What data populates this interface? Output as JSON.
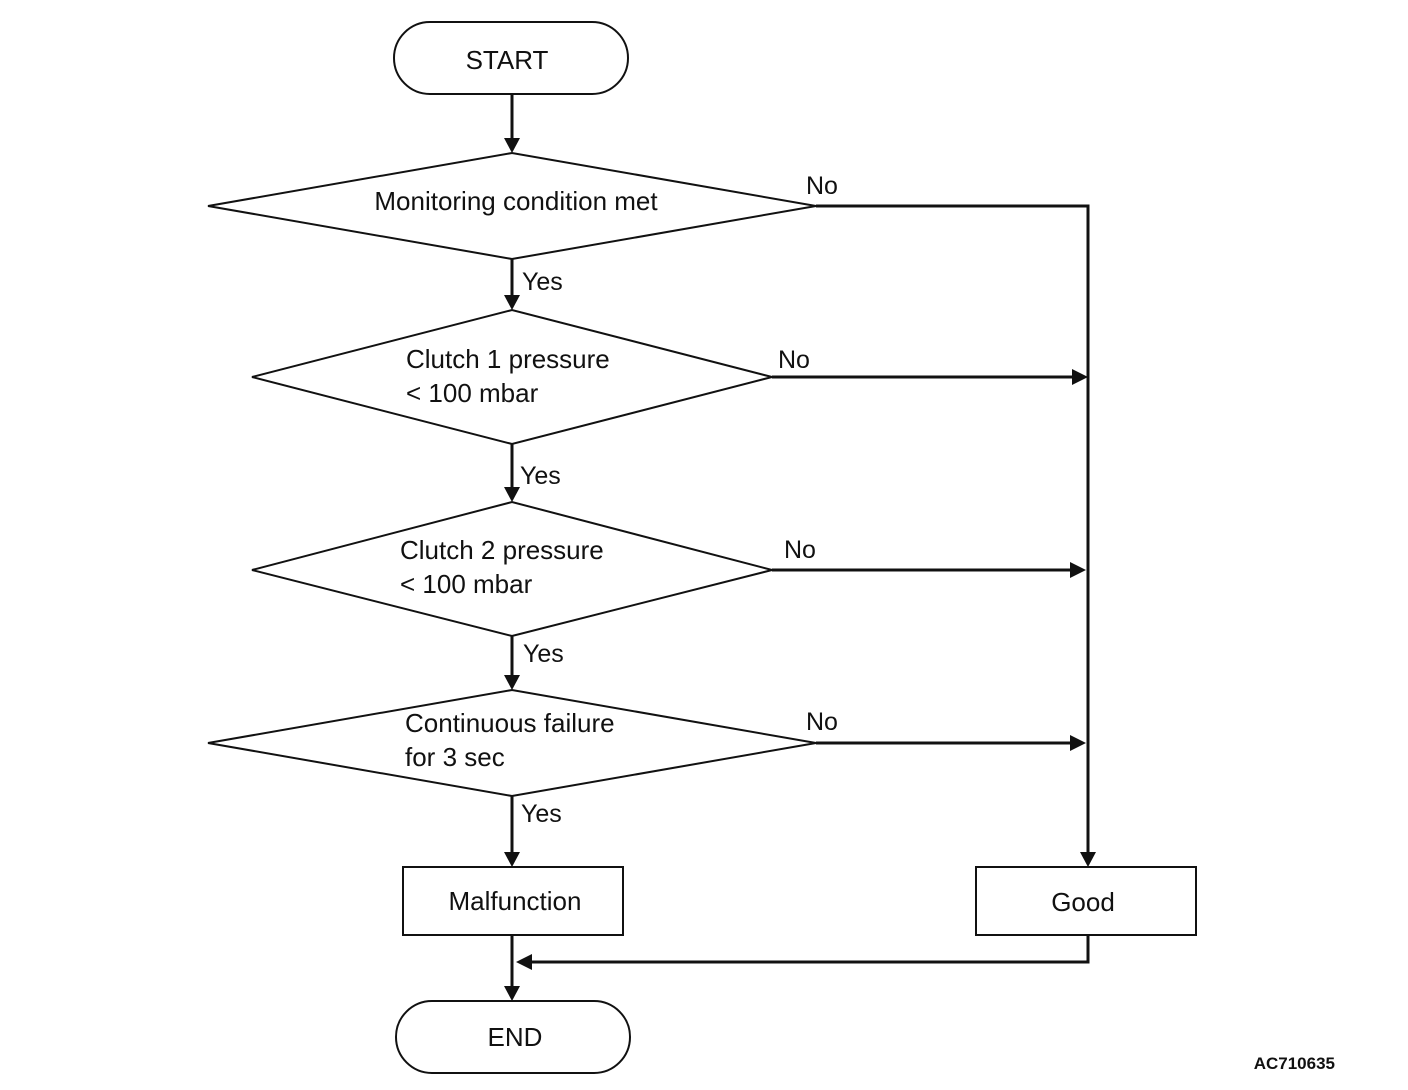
{
  "nodes": {
    "start": "START",
    "decision_monitoring": "Monitoring condition met",
    "decision_clutch1_line1": "Clutch 1 pressure",
    "decision_clutch1_line2": "< 100 mbar",
    "decision_clutch2_line1": "Clutch 2 pressure",
    "decision_clutch2_line2": "< 100 mbar",
    "decision_continuous_line1": "Continuous failure",
    "decision_continuous_line2": "for 3 sec",
    "malfunction": "Malfunction",
    "good": "Good",
    "end": "END"
  },
  "edge_labels": {
    "yes": "Yes",
    "no": "No"
  },
  "figure_id": "AC710635",
  "colors": {
    "line": "#111111",
    "fill": "#ffffff"
  }
}
